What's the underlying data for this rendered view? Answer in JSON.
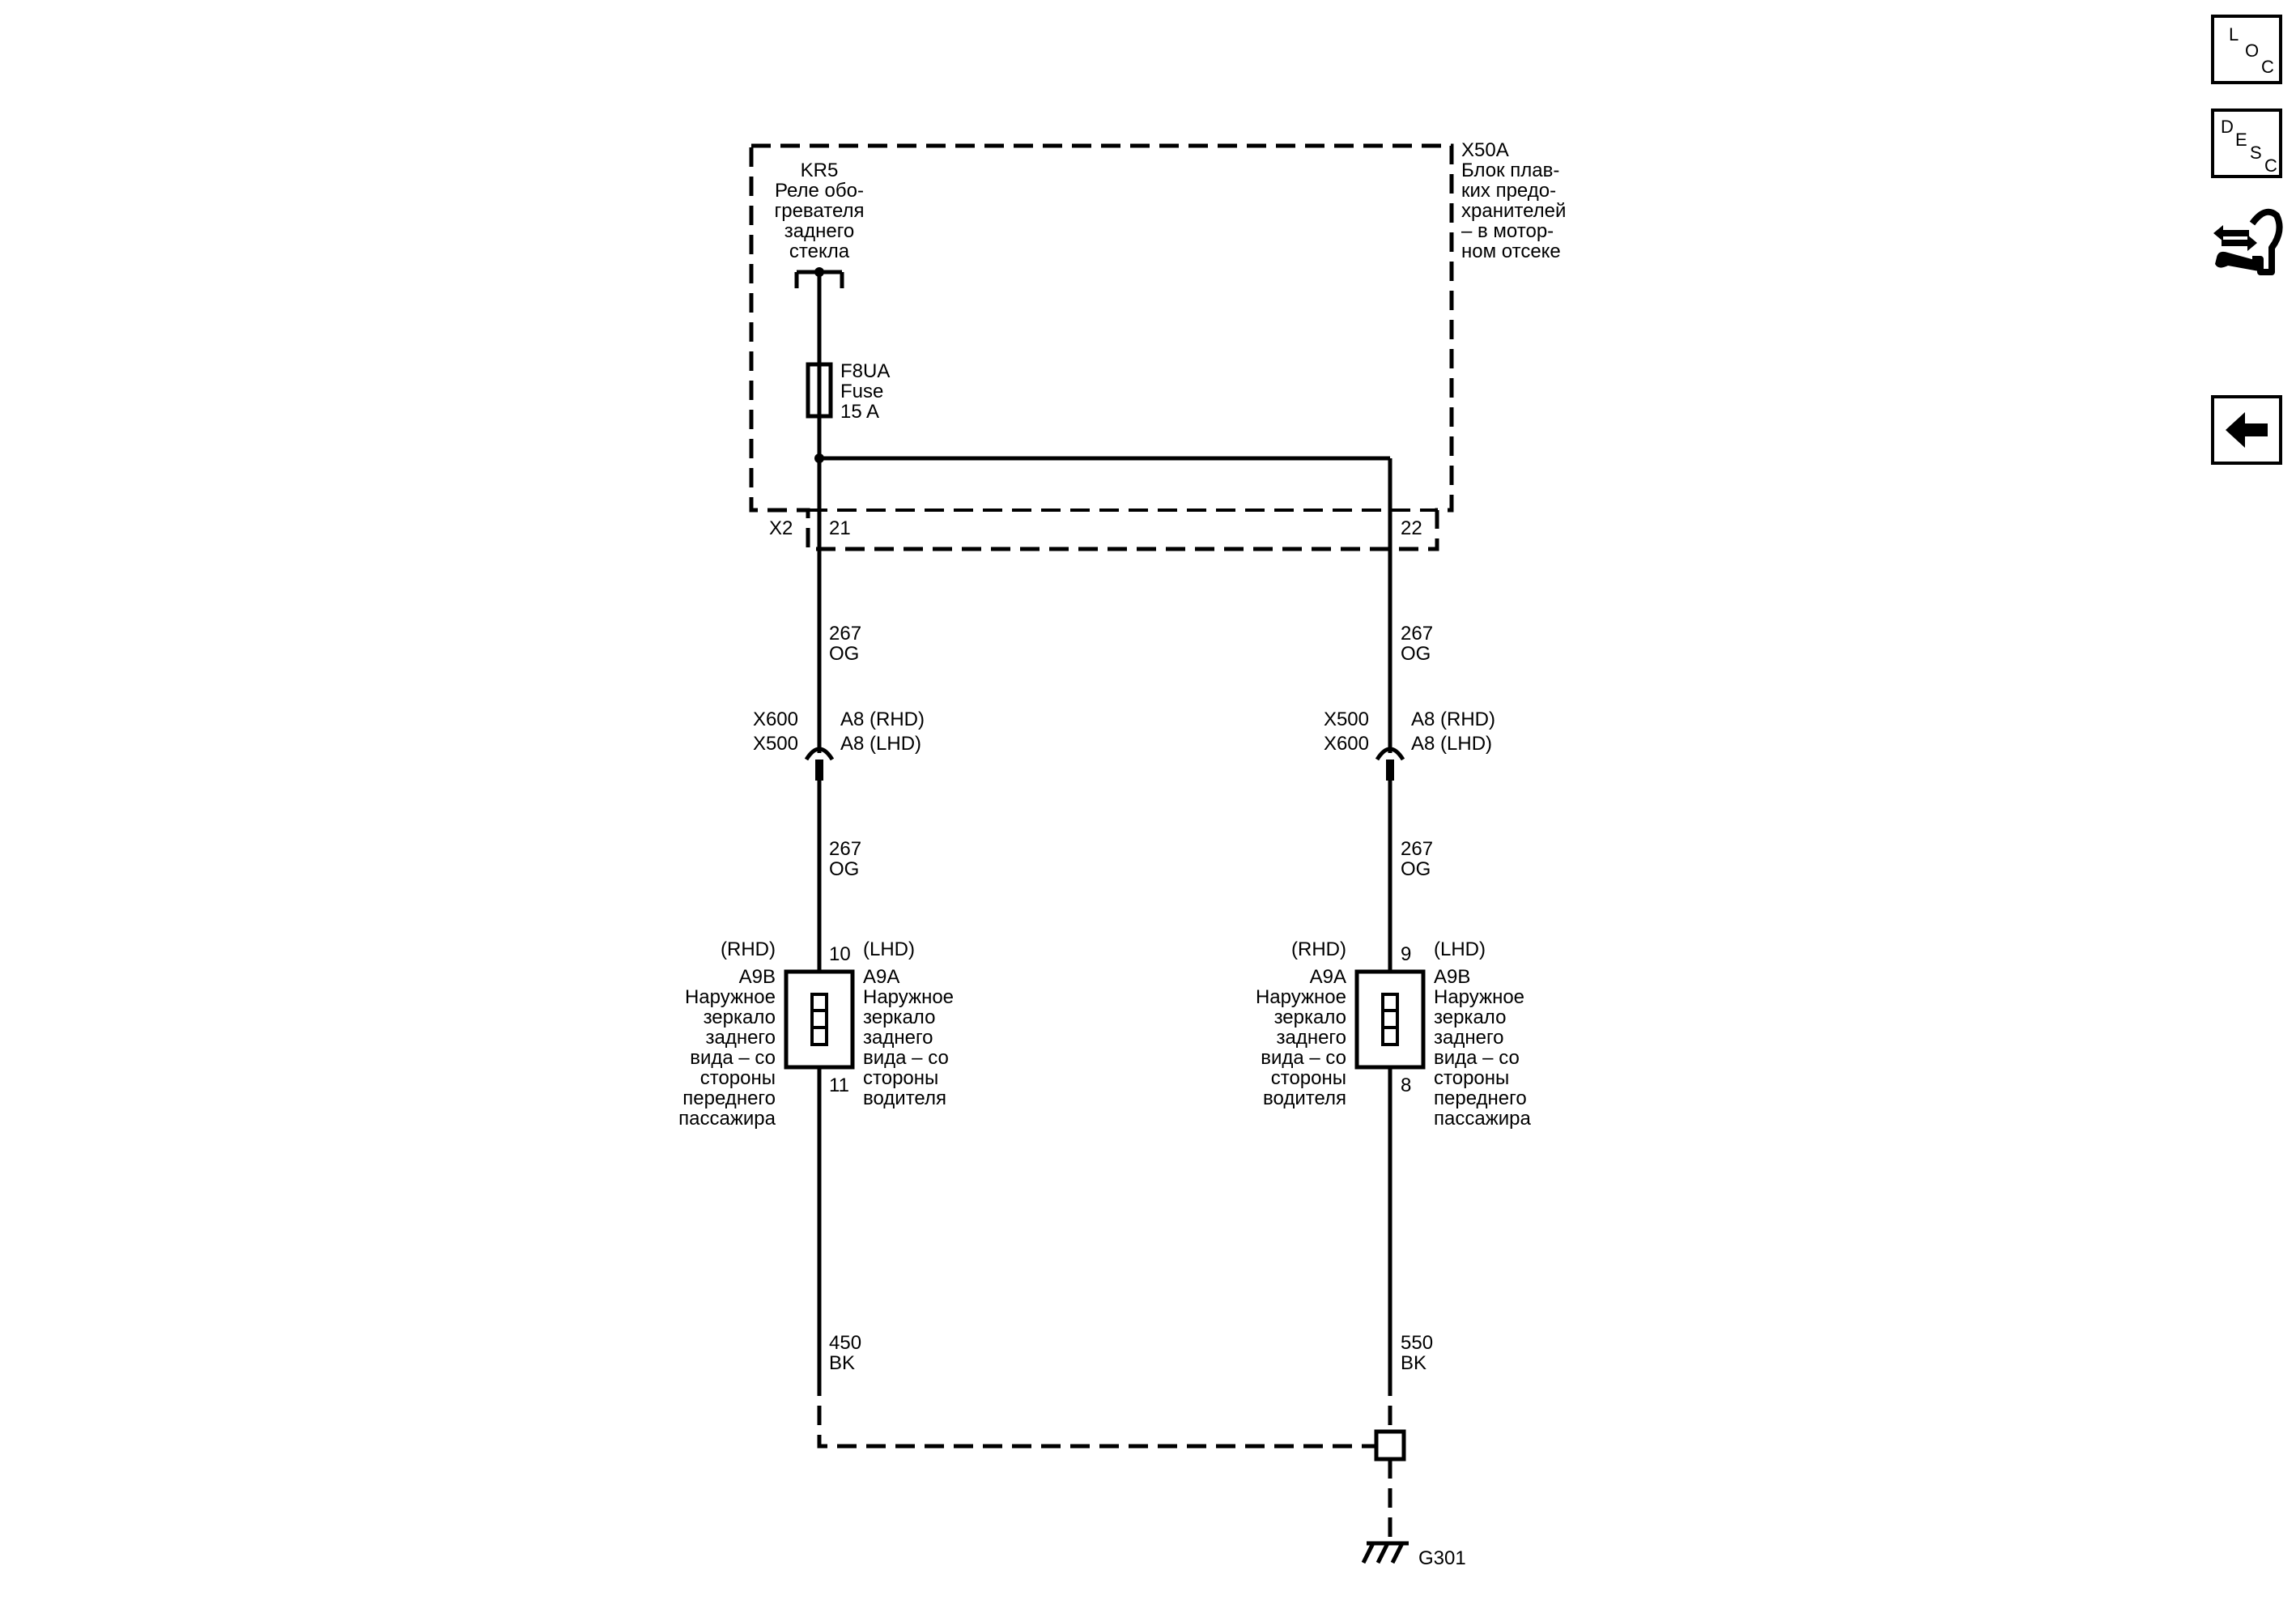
{
  "nav": {
    "loc": {
      "l1": "L",
      "l2": "O",
      "l3": "C"
    },
    "desc": {
      "l1": "D",
      "l2": "E",
      "l3": "S",
      "l4": "C"
    },
    "connector_icon": "connector-tool-icon",
    "back_icon": "back-arrow-icon"
  },
  "fuse_block": {
    "id": "X50A",
    "name_lines": [
      "Блок плав-",
      "ких предо-",
      "хранителей",
      "– в мотор-",
      "ном отсеке"
    ],
    "connector": "X2",
    "pin_left": "21",
    "pin_right": "22"
  },
  "relay": {
    "id": "KR5",
    "name_lines": [
      "Реле обо-",
      "гревателя",
      "заднего",
      "стекла"
    ]
  },
  "fuse": {
    "id": "F8UA",
    "type": "Fuse",
    "rating": "15 A"
  },
  "wires": {
    "left_top": {
      "circuit": "267",
      "color": "OG"
    },
    "right_top": {
      "circuit": "267",
      "color": "OG"
    },
    "left_mid": {
      "circuit": "267",
      "color": "OG"
    },
    "right_mid": {
      "circuit": "267",
      "color": "OG"
    },
    "left_gnd": {
      "circuit": "450",
      "color": "BK"
    },
    "right_gnd": {
      "circuit": "550",
      "color": "BK"
    }
  },
  "inline_connectors": {
    "left": {
      "names": [
        "X600",
        "X500"
      ],
      "pins": [
        "A8 (RHD)",
        "A8 (LHD)"
      ]
    },
    "right": {
      "names": [
        "X500",
        "X600"
      ],
      "pins": [
        "A8 (RHD)",
        "A8 (LHD)"
      ]
    }
  },
  "mirror_left": {
    "pin_top": "10",
    "pin_bottom": "11",
    "rhd_label": "(RHD)",
    "lhd_label": "(LHD)",
    "rhd_lines": [
      "A9B",
      "Наружное",
      "зеркало",
      "заднего",
      "вида – со",
      "стороны",
      "переднего",
      "пассажира"
    ],
    "lhd_lines": [
      "A9A",
      "Наружное",
      "зеркало",
      "заднего",
      "вида – со",
      "стороны",
      "водителя"
    ]
  },
  "mirror_right": {
    "pin_top": "9",
    "pin_bottom": "8",
    "rhd_label": "(RHD)",
    "lhd_label": "(LHD)",
    "rhd_lines": [
      "A9A",
      "Наружное",
      "зеркало",
      "заднего",
      "вида – со",
      "стороны",
      "водителя"
    ],
    "lhd_lines": [
      "A9B",
      "Наружное",
      "зеркало",
      "заднего",
      "вида – со",
      "стороны",
      "переднего",
      "пассажира"
    ]
  },
  "ground": {
    "id": "G301"
  }
}
